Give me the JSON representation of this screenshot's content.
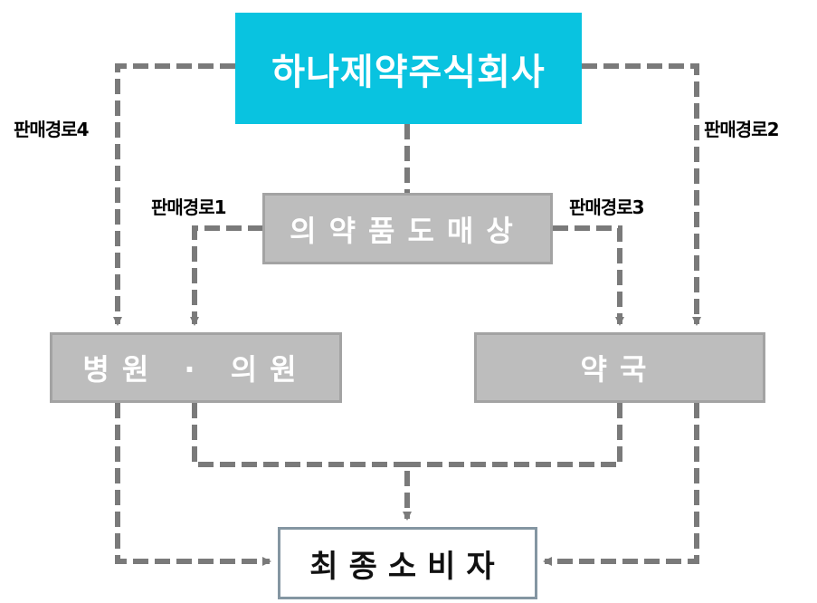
{
  "diagram": {
    "nodes": {
      "company": "하나제약주식회사",
      "wholesaler": "의약품도매상",
      "hospital": "병원 · 의원",
      "pharmacy": "약국",
      "consumer": "최종소비자"
    },
    "route_labels": {
      "route1": "판매경로1",
      "route2": "판매경로2",
      "route3": "판매경로3",
      "route4": "판매경로4"
    },
    "edges": [
      {
        "from": "company",
        "to": "wholesaler",
        "style": "dashed"
      },
      {
        "from": "company",
        "to": "hospital",
        "label": "판매경로4",
        "style": "dashed-arrow"
      },
      {
        "from": "company",
        "to": "pharmacy",
        "label": "판매경로2",
        "style": "dashed-arrow"
      },
      {
        "from": "wholesaler",
        "to": "hospital",
        "label": "판매경로1",
        "style": "dashed-arrow"
      },
      {
        "from": "wholesaler",
        "to": "pharmacy",
        "label": "판매경로3",
        "style": "dashed-arrow"
      },
      {
        "from": "hospital",
        "to": "consumer",
        "style": "dashed-arrow"
      },
      {
        "from": "pharmacy",
        "to": "consumer",
        "style": "dashed-arrow"
      },
      {
        "from": "hospital+pharmacy",
        "to": "consumer",
        "style": "dashed-arrow-merged"
      }
    ],
    "colors": {
      "company_fill": "#09c3e0",
      "node_gray_fill": "#bdbdbd",
      "node_gray_border": "#a3a3a3",
      "consumer_border": "#8496a2",
      "connector": "#7a7a7a"
    }
  }
}
